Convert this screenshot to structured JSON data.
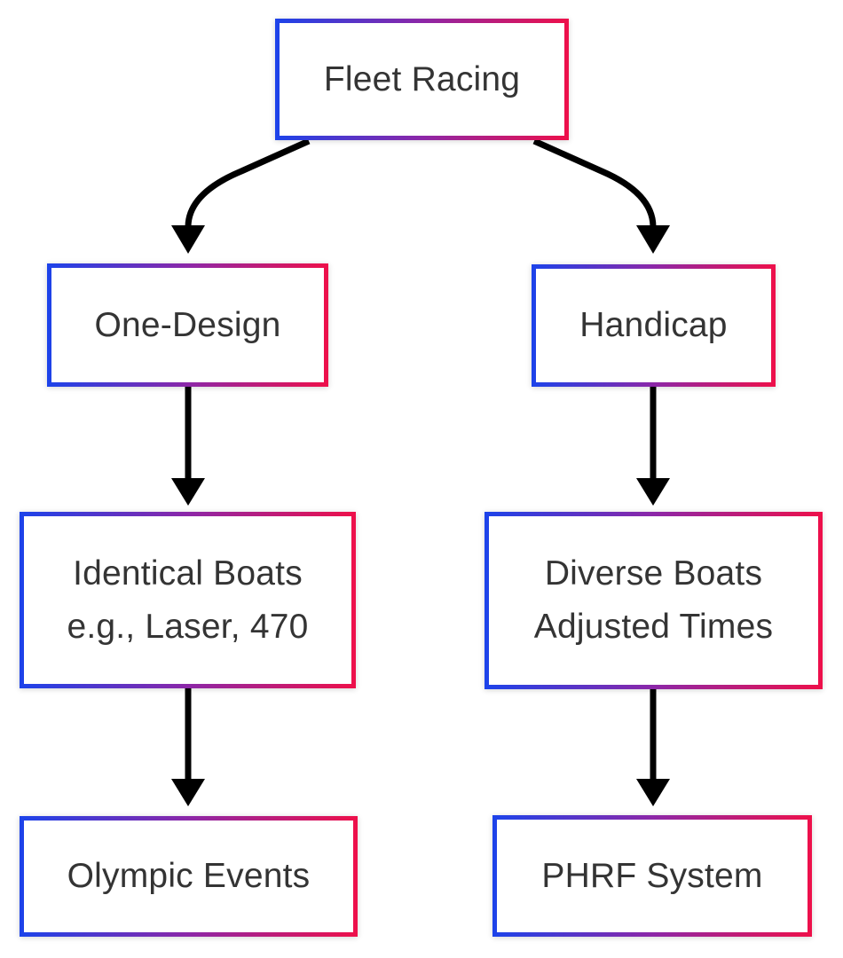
{
  "diagram": {
    "type": "flowchart",
    "direction": "top-down",
    "colors": {
      "background": "#ffffff",
      "node_fill": "#ffffff",
      "text": "#343434",
      "arrow": "#000000",
      "border_gradient_start": "#1c43ea",
      "border_gradient_mid": "#8c27a8",
      "border_gradient_end": "#ee104a"
    },
    "nodes": {
      "fleet_racing": {
        "label": "Fleet Racing"
      },
      "one_design": {
        "label": "One-Design"
      },
      "handicap": {
        "label": "Handicap"
      },
      "identical_boats": {
        "line1": "Identical Boats",
        "line2": "e.g., Laser, 470"
      },
      "diverse_boats": {
        "line1": "Diverse Boats",
        "line2": "Adjusted Times"
      },
      "olympic_events": {
        "label": "Olympic Events"
      },
      "phrf_system": {
        "label": "PHRF System"
      }
    },
    "edges": [
      {
        "from": "fleet_racing",
        "to": "one_design"
      },
      {
        "from": "fleet_racing",
        "to": "handicap"
      },
      {
        "from": "one_design",
        "to": "identical_boats"
      },
      {
        "from": "handicap",
        "to": "diverse_boats"
      },
      {
        "from": "identical_boats",
        "to": "olympic_events"
      },
      {
        "from": "diverse_boats",
        "to": "phrf_system"
      }
    ]
  }
}
